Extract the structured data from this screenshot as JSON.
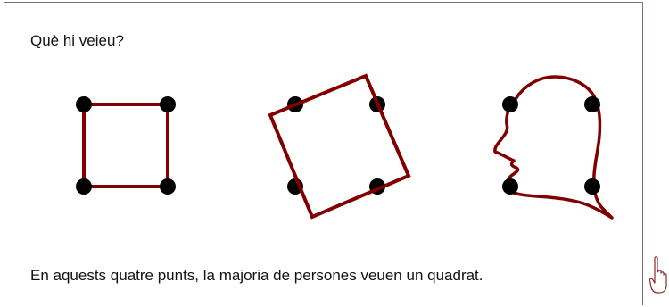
{
  "slide": {
    "question": "Què hi veieu?",
    "caption": "En aquests quatre punts, la majoria de persones veuen un quadrat."
  },
  "figures": [
    {
      "name": "square",
      "dots": 4
    },
    {
      "name": "tilted-square",
      "dots": 4
    },
    {
      "name": "head-profile",
      "dots": 4
    }
  ],
  "colors": {
    "outline": "#800000",
    "dot": "#000000",
    "frame": "#8a6a6a"
  },
  "icons": {
    "pointer": "hand-pointer-icon"
  }
}
